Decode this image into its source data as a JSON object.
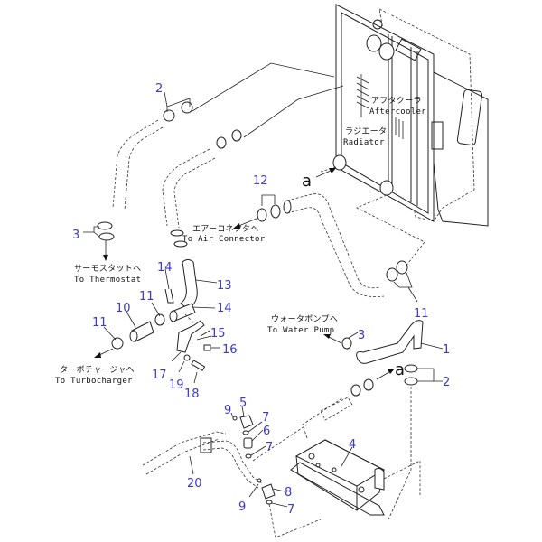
{
  "diagram": {
    "title": "Radiator and aftercooler hose connections (parts diagram)",
    "label_color": "#3a3acc",
    "components": {
      "aftercooler": {
        "jp": "アフタクーラ",
        "en": "Aftercooler"
      },
      "radiator": {
        "jp": "ラジエータ",
        "en": "Radiator"
      }
    },
    "destinations": {
      "air_connector": {
        "jp": "エアーコネクタへ",
        "en": "To Air Connector"
      },
      "thermostat": {
        "jp": "サーモスタットへ",
        "en": "To Thermostat"
      },
      "water_pump": {
        "jp": "ウォータポンプへ",
        "en": "To Water Pump"
      },
      "turbocharger": {
        "jp": "ターボチャージャへ",
        "en": "To Turbocharger"
      }
    },
    "reference_marks": {
      "a_top": "a",
      "a_bottom": "a"
    },
    "callouts": {
      "c2_top": "2",
      "c3_left": "3",
      "c12": "12",
      "c14_top": "14",
      "c13": "13",
      "c14_mid": "14",
      "c11_a": "11",
      "c10": "10",
      "c11_b": "11",
      "c15": "15",
      "c16": "16",
      "c17": "17",
      "c19": "19",
      "c18": "18",
      "c11_right": "11",
      "c3_mid": "3",
      "c1": "1",
      "c2_right": "2",
      "c9_top": "9",
      "c5": "5",
      "c7_a": "7",
      "c6": "6",
      "c7_b": "7",
      "c4": "4",
      "c20": "20",
      "c8": "8",
      "c9_bottom": "9",
      "c7_c": "7"
    }
  }
}
